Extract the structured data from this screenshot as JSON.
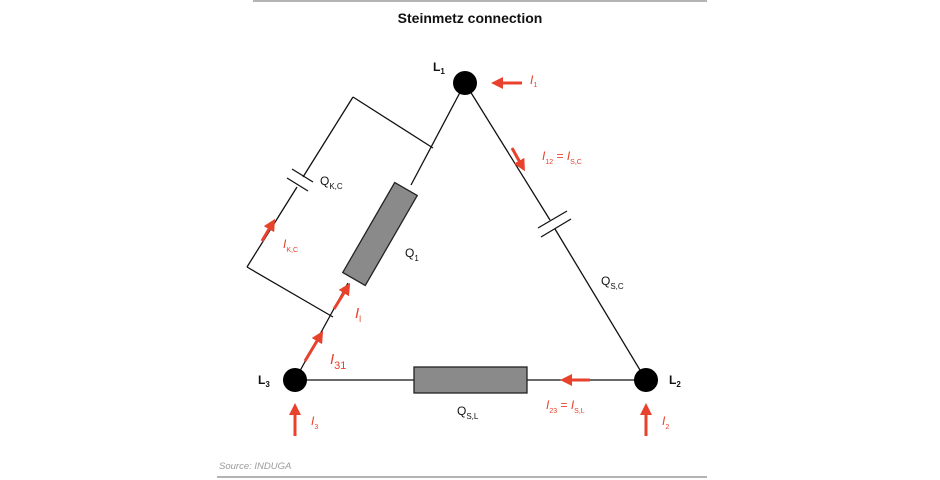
{
  "title": "Steinmetz connection",
  "source": "Source: INDUGA",
  "colors": {
    "accent": "#e8412c",
    "component_fill": "#8a8a8a",
    "line": "#111111",
    "rule": "#b4b4b4"
  },
  "nodes": {
    "L1": {
      "main": "L",
      "sub": "1"
    },
    "L2": {
      "main": "L",
      "sub": "2"
    },
    "L3": {
      "main": "L",
      "sub": "3"
    }
  },
  "components": {
    "Q1": {
      "main": "Q",
      "sub": "1"
    },
    "QKC": {
      "main": "Q",
      "sub": "K,C"
    },
    "QSC": {
      "main": "Q",
      "sub": "S,C"
    },
    "QSL": {
      "main": "Q",
      "sub": "S,L"
    }
  },
  "currents": {
    "I1": {
      "main": "I",
      "sub": "1"
    },
    "I2": {
      "main": "I",
      "sub": "2"
    },
    "I3": {
      "main": "I",
      "sub": "3"
    },
    "Il": {
      "main": "I",
      "sub": "l"
    },
    "I31": {
      "main": "I",
      "sub": "31"
    },
    "IKC": {
      "main": "I",
      "sub": "K,C"
    },
    "I12": {
      "main": "I",
      "sub": "12",
      "eq": " = ",
      "main2": "I",
      "sub2": "S,C"
    },
    "I23": {
      "main": "I",
      "sub": "23",
      "eq": " = ",
      "main2": "I",
      "sub2": "S,L"
    }
  }
}
